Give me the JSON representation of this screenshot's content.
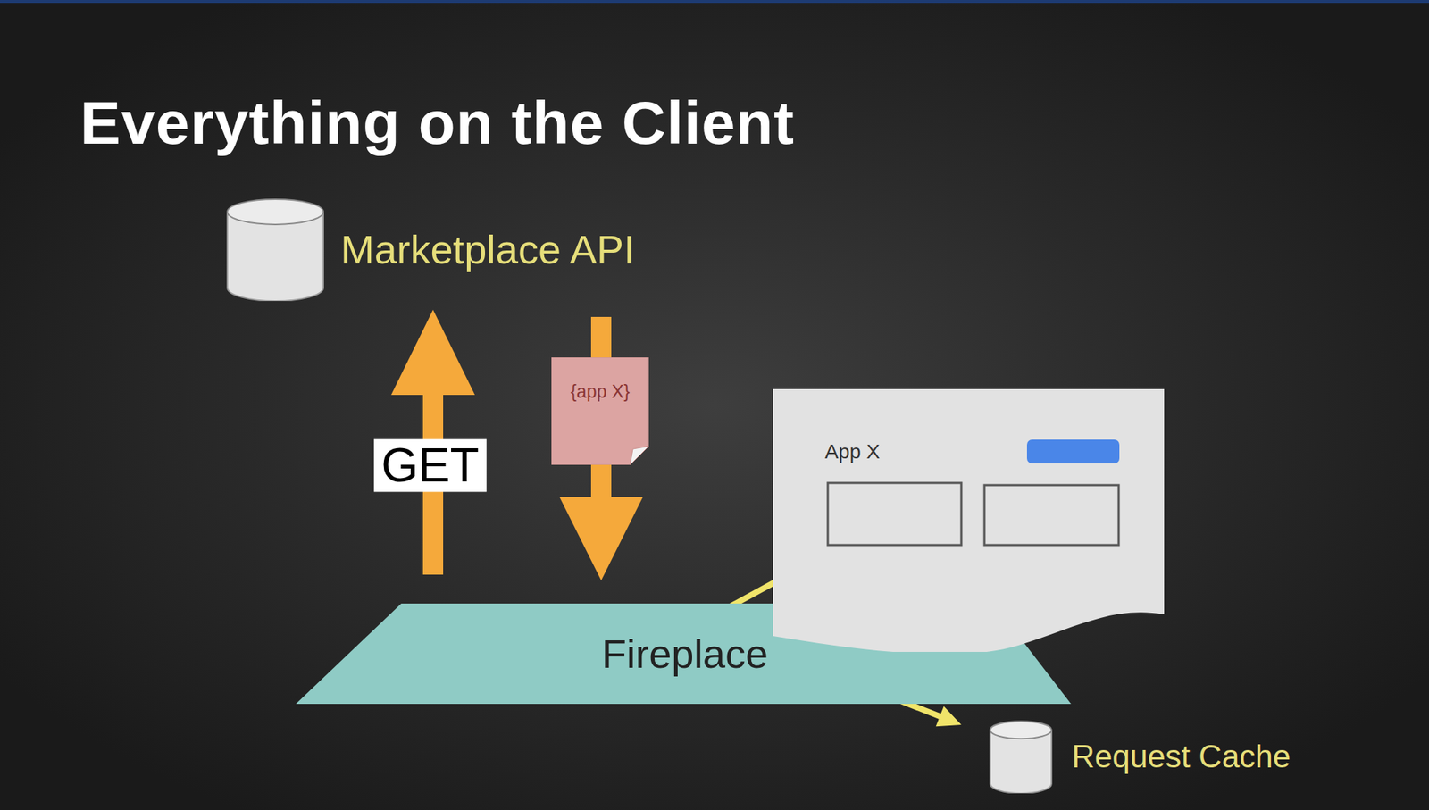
{
  "diagram": {
    "title": "Everything on the Client",
    "nodes": [
      {
        "text": [
          "Marketplace API"
        ]
      },
      {
        "text": [
          "{app X}"
        ]
      },
      {
        "text": [
          "App X"
        ]
      },
      {
        "text": [
          "Fireplace"
        ]
      },
      {
        "text": [
          "Request Cache"
        ]
      }
    ],
    "edges": [
      {
        "from": 3,
        "to": 0,
        "arrow": "to",
        "label": "GET"
      },
      {
        "from": 0,
        "to": 3,
        "arrow": "to"
      },
      {
        "from": 3,
        "to": 2,
        "arrow": "to"
      },
      {
        "from": 3,
        "to": 4,
        "arrow": "to"
      }
    ]
  }
}
